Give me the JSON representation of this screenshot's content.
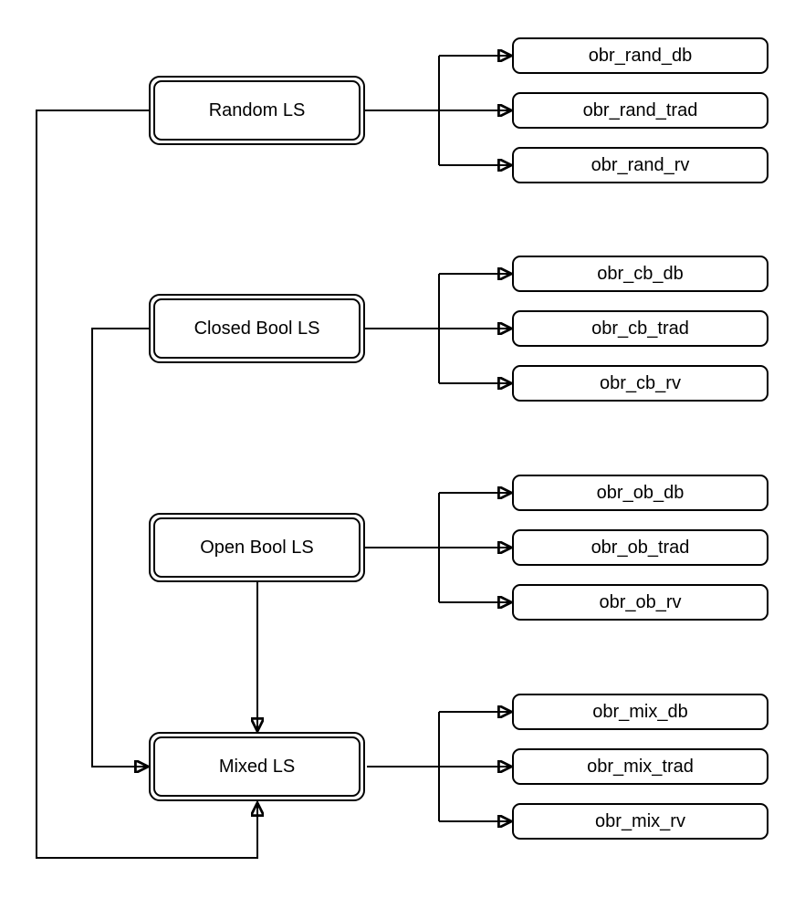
{
  "diagram": {
    "colors": {
      "stroke": "#000000",
      "node_fill": "#ffffff",
      "background": "#ffffff"
    },
    "nodes": {
      "random_ls": {
        "label": "Random LS"
      },
      "closed_bool_ls": {
        "label": "Closed Bool LS"
      },
      "open_bool_ls": {
        "label": "Open Bool LS"
      },
      "mixed_ls": {
        "label": "Mixed LS"
      },
      "obr_rand_db": {
        "label": "obr_rand_db"
      },
      "obr_rand_trad": {
        "label": "obr_rand_trad"
      },
      "obr_rand_rv": {
        "label": "obr_rand_rv"
      },
      "obr_cb_db": {
        "label": "obr_cb_db"
      },
      "obr_cb_trad": {
        "label": "obr_cb_trad"
      },
      "obr_cb_rv": {
        "label": "obr_cb_rv"
      },
      "obr_ob_db": {
        "label": "obr_ob_db"
      },
      "obr_ob_trad": {
        "label": "obr_ob_trad"
      },
      "obr_ob_rv": {
        "label": "obr_ob_rv"
      },
      "obr_mix_db": {
        "label": "obr_mix_db"
      },
      "obr_mix_trad": {
        "label": "obr_mix_trad"
      },
      "obr_mix_rv": {
        "label": "obr_mix_rv"
      }
    },
    "edges": [
      {
        "from": "Random LS",
        "to": "obr_rand_db"
      },
      {
        "from": "Random LS",
        "to": "obr_rand_trad"
      },
      {
        "from": "Random LS",
        "to": "obr_rand_rv"
      },
      {
        "from": "Closed Bool LS",
        "to": "obr_cb_db"
      },
      {
        "from": "Closed Bool LS",
        "to": "obr_cb_trad"
      },
      {
        "from": "Closed Bool LS",
        "to": "obr_cb_rv"
      },
      {
        "from": "Open Bool LS",
        "to": "obr_ob_db"
      },
      {
        "from": "Open Bool LS",
        "to": "obr_ob_trad"
      },
      {
        "from": "Open Bool LS",
        "to": "obr_ob_rv"
      },
      {
        "from": "Mixed LS",
        "to": "obr_mix_db"
      },
      {
        "from": "Mixed LS",
        "to": "obr_mix_trad"
      },
      {
        "from": "Mixed LS",
        "to": "obr_mix_rv"
      },
      {
        "from": "Random LS",
        "to": "Mixed LS",
        "via": "bottom"
      },
      {
        "from": "Closed Bool LS",
        "to": "Mixed LS",
        "via": "left"
      },
      {
        "from": "Open Bool LS",
        "to": "Mixed LS",
        "via": "top"
      }
    ]
  }
}
